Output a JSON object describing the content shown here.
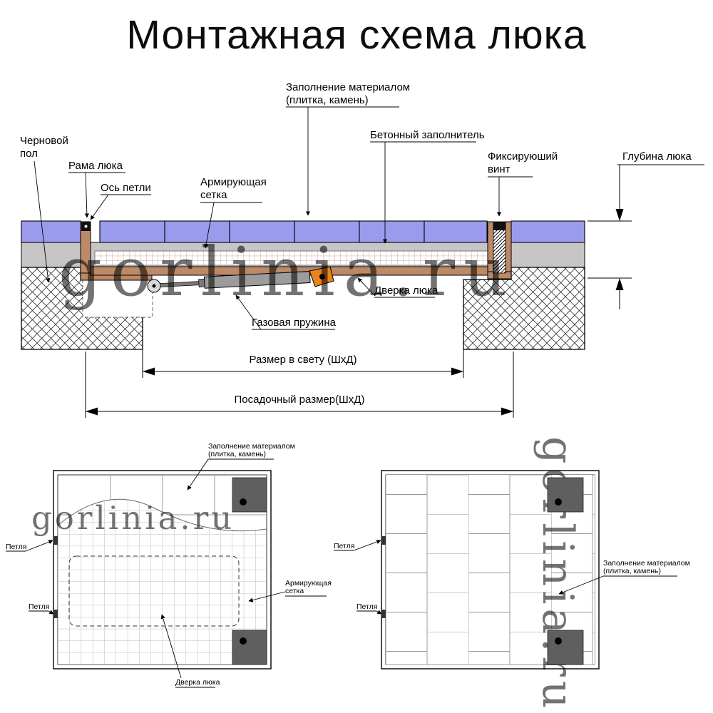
{
  "title": "Монтажная схема люка",
  "watermark": "gorlinia.ru",
  "colors": {
    "tile": "#9b9bee",
    "screed": "#c6c6c6",
    "frame": "#bc8a66",
    "spring_body": "#9c9c9c",
    "spring_bracket": "#e8831d",
    "corner_square": "#5f5f5f",
    "watermark": "#9d9d9d",
    "mesh_line": "#c08888",
    "tile_joint": "#999999"
  },
  "section": {
    "labels": {
      "subfloor_line1": "Черновой",
      "subfloor_line2": "пол",
      "frame": "Рама люка",
      "hinge_axis": "Ось петли",
      "mesh_line1": "Армирующая",
      "mesh_line2": "сетка",
      "fill_line1": "Заполнение материалом",
      "fill_line2": "(плитка, камень)",
      "concrete": "Бетонный заполнитель",
      "screw_line1": "Фиксируюший",
      "screw_line2": "винт",
      "depth": "Глубина люка",
      "door": "Дверка люка",
      "gas_spring": "Газовая пружина"
    },
    "dimensions": {
      "clear_size": "Размер в свету (ШхД)",
      "mount_size": "Посадочный размер(ШхД)"
    }
  },
  "plan_left": {
    "labels": {
      "fill_line1": "Заполнение материалом",
      "fill_line2": "(плитка, камень)",
      "hinge_top": "Петля",
      "hinge_bottom": "Петля",
      "mesh_line1": "Армирующая",
      "mesh_line2": "сетка",
      "door": "Дверка люка"
    }
  },
  "plan_right": {
    "labels": {
      "hinge_top": "Петля",
      "hinge_bottom": "Петля",
      "fill_line1": "Заполнение материалом",
      "fill_line2": "(плитка, камень)"
    }
  }
}
